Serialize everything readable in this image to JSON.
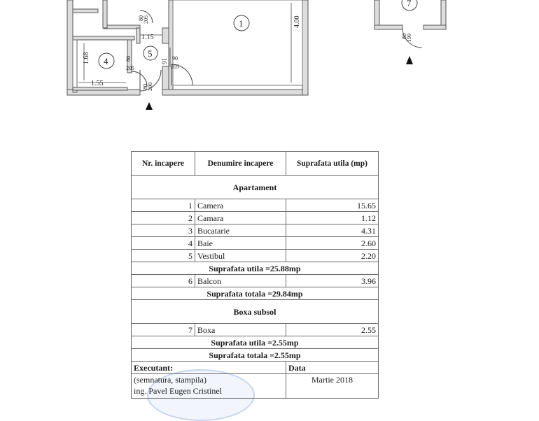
{
  "plan": {
    "rooms": [
      {
        "id": "1",
        "name": "room-1-label"
      },
      {
        "id": "4",
        "name": "room-4-label"
      },
      {
        "id": "5",
        "name": "room-5-label"
      },
      {
        "id": "7",
        "name": "room-7-label"
      }
    ],
    "dimensions": {
      "d_115": "1.15",
      "d_168": "1.68",
      "d_155": "1.55",
      "d_400": "4.00",
      "d_91": "91",
      "door_80_205_a": "80",
      "door_205_a": "205",
      "door_90": "90",
      "door_205_b": "205",
      "door_80_205_c": "80",
      "door_205_c": "205",
      "door_80_200": "80",
      "door_200": "200",
      "door_80_190": "80",
      "door_190": "190",
      "door_80_205_top": "80",
      "door_205_top": "205"
    }
  },
  "table": {
    "headers": [
      "Nr. incapere",
      "Denumire incapere",
      "Suprafata utila (mp)"
    ],
    "section_apartment": "Apartament",
    "apartment_rows": [
      {
        "nr": "1",
        "name": "Camera",
        "area": "15.65"
      },
      {
        "nr": "2",
        "name": "Camara",
        "area": "1.12"
      },
      {
        "nr": "3",
        "name": "Bucatarie",
        "area": "4.31"
      },
      {
        "nr": "4",
        "name": "Baie",
        "area": "2.60"
      },
      {
        "nr": "5",
        "name": "Vestibul",
        "area": "2.20"
      }
    ],
    "apartment_useful_total": "Suprafata utila =25.88mp",
    "balcony_row": {
      "nr": "6",
      "name": "Balcon",
      "area": "3.96"
    },
    "apartment_total": "Suprafata totala =29.84mp",
    "section_basement": "Boxa subsol",
    "basement_rows": [
      {
        "nr": "7",
        "name": "Boxa",
        "area": "2.55"
      }
    ],
    "basement_useful_total": "Suprafata utila =2.55mp",
    "basement_total": "Suprafata totala =2.55mp",
    "executant_label": "Executant:",
    "data_label": "Data",
    "signature_line1": "(semnatura, stampila)",
    "signature_line2": "ing. Pavel Eugen Cristinel",
    "date_value": "Martie 2018"
  }
}
